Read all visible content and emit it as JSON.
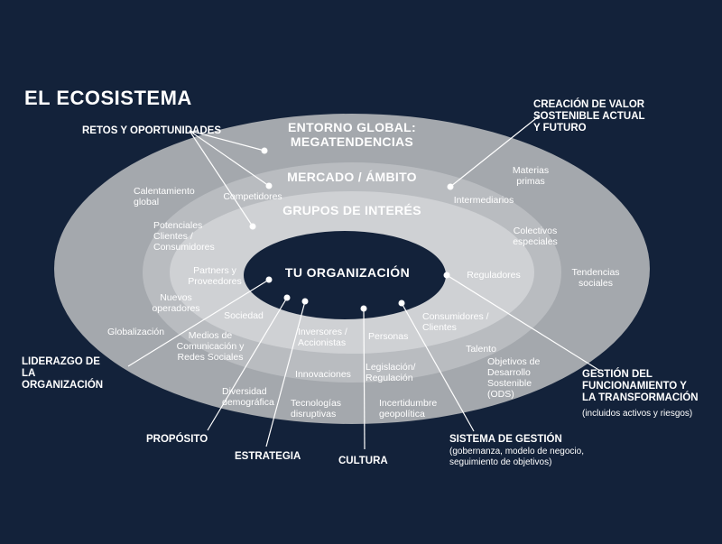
{
  "title": "EL ECOSISTEMA",
  "rings": {
    "outer_title": "ENTORNO GLOBAL:\nMEGATENDENCIAS",
    "market_title": "MERCADO / ÁMBITO",
    "stakeholders_title": "GRUPOS DE INTERÉS",
    "core_title": "TU ORGANIZACIÓN"
  },
  "outer_ring_items": {
    "calentamiento": "Calentamiento\nglobal",
    "materias": "Materias\nprimas",
    "tendencias": "Tendencias\nsociales",
    "globalizacion": "Globalización",
    "objetivos": "Objetivos de\nDesarrollo\nSostenible\n(ODS)",
    "diversidad": "Diversidad\ndemográfica",
    "tecnologias": "Tecnologías\ndisruptivas",
    "incertidumbre": "Incertidumbre\ngeopolítica"
  },
  "market_ring_items": {
    "competidores": "Competidores",
    "intermediarios": "Intermediarios",
    "potenciales": "Potenciales\nClientes /\nConsumidores",
    "colectivos": "Colectivos\nespeciales",
    "nuevos": "Nuevos\noperadores",
    "talento": "Talento",
    "medios": "Medios de\nComunicación y\nRedes Sociales",
    "innovaciones": "Innovaciones",
    "legislacion": "Legislación/\nRegulación"
  },
  "stakeholder_ring_items": {
    "partners": "Partners y\nProveedores",
    "reguladores": "Reguladores",
    "sociedad": "Sociedad",
    "inversores": "Inversores /\nAccionistas",
    "personas": "Personas",
    "consumidores": "Consumidores /\nClientes"
  },
  "callouts": {
    "retos": "RETOS Y OPORTUNIDADES",
    "creacion": "CREACIÓN DE VALOR\nSOSTENIBLE ACTUAL\nY FUTURO",
    "liderazgo": "LIDERAZGO DE\nLA\nORGANIZACIÓN",
    "gestion": "GESTIÓN DEL\nFUNCIONAMIENTO Y\nLA TRANSFORMACIÓN",
    "gestion_sub": "(incluidos activos y riesgos)",
    "proposito": "PROPÓSITO",
    "estrategia": "ESTRATEGIA",
    "cultura": "CULTURA",
    "sistema": "SISTEMA DE GESTIÓN",
    "sistema_sub": "(gobernanza, modelo de negocio,\nseguimiento de objetivos)"
  },
  "colors": {
    "background": "#13223a",
    "ring_outer": "#a4a8ad",
    "ring_market": "#b9bcc0",
    "ring_stakeholders": "#cfd1d4",
    "core": "#13223a",
    "line": "#ffffff"
  }
}
